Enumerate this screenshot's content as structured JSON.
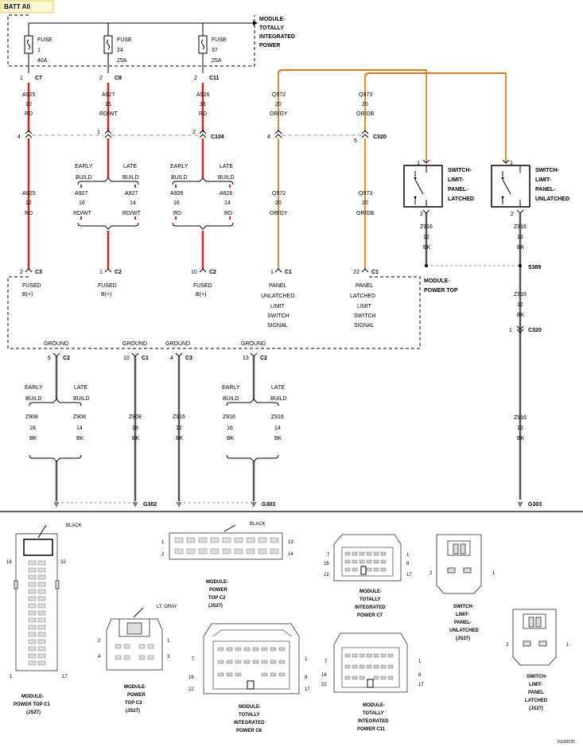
{
  "title": "BATT A0",
  "footer_code": "01182025",
  "colors": {
    "red": "#e0201a",
    "orange": "#f08a2c",
    "dark": "#5a5a5a",
    "dash": "#999999"
  },
  "module_tip_label": [
    "MODULE-",
    "TOTALLY",
    "INTEGRATED",
    "POWER"
  ],
  "module_pt_label": [
    "MODULE-",
    "POWER TOP"
  ],
  "fuses": [
    {
      "word": "FUSE",
      "num": "1",
      "amp": "40A",
      "pin": "1",
      "conn": "C7"
    },
    {
      "word": "FUSE",
      "num": "24",
      "amp": "25A",
      "pin": "2",
      "conn": "C8"
    },
    {
      "word": "FUSE",
      "num": "37",
      "amp": "25A",
      "pin": "2",
      "conn": "C11"
    }
  ],
  "wires_top": [
    {
      "id": "A925",
      "gauge": "10",
      "color": "RD"
    },
    {
      "id": "A927",
      "gauge": "16",
      "color": "RD/WT"
    },
    {
      "id": "A926",
      "gauge": "16",
      "color": "RD"
    },
    {
      "id": "Q972",
      "gauge": "20",
      "color": "OR/GY"
    },
    {
      "id": "Q973",
      "gauge": "20",
      "color": "OR/DB"
    }
  ],
  "inline": [
    {
      "pin": "4",
      "conn": ""
    },
    {
      "pin": "1",
      "conn": ""
    },
    {
      "pin": "2",
      "conn": "C104"
    },
    {
      "pin": "4",
      "conn": ""
    },
    {
      "pin": "5",
      "conn": "C320"
    }
  ],
  "build": {
    "early": [
      "EARLY",
      "BUILD"
    ],
    "late": [
      "LATE",
      "BUILD"
    ]
  },
  "wires_mid": [
    {
      "id": "A925",
      "gauge": "12",
      "color": "RD"
    },
    {
      "id": "A927",
      "gauge": "16",
      "color": "RD/WT"
    },
    {
      "id": "A927",
      "gauge": "14",
      "color": "RD/WT"
    },
    {
      "id": "A926",
      "gauge": "16",
      "color": "RD"
    },
    {
      "id": "A926",
      "gauge": "14",
      "color": "RD"
    },
    {
      "id": "Q972",
      "gauge": "20",
      "color": "OR/GY"
    },
    {
      "id": "Q973",
      "gauge": "20",
      "color": "OR/DB"
    }
  ],
  "pt_pins": [
    {
      "pin": "2",
      "conn": "C3"
    },
    {
      "pin": "1",
      "conn": "C2"
    },
    {
      "pin": "10",
      "conn": "C2"
    },
    {
      "pin": "1",
      "conn": "C1"
    },
    {
      "pin": "22",
      "conn": "C1"
    }
  ],
  "pt_labels": [
    [
      "FUSED",
      "B(+)"
    ],
    [
      "FUSED",
      "B(+)"
    ],
    [
      "FUSED",
      "B(+)"
    ],
    [
      "PANEL",
      "UNLATCHED",
      "LIMIT",
      "SWITCH",
      "SIGNAL"
    ],
    [
      "PANEL",
      "LATCHED",
      "LIMIT",
      "SWITCH",
      "SIGNAL"
    ]
  ],
  "switches": [
    {
      "name": [
        "SWITCH-",
        "LIMIT-",
        "PANEL-",
        "LATCHED"
      ],
      "pin_top": "1",
      "pin_bot": "2"
    },
    {
      "name": [
        "SWITCH-",
        "LIMIT-",
        "PANEL-",
        "UNLATCHED"
      ],
      "pin_top": "1",
      "pin_bot": "2"
    }
  ],
  "switch_wires": [
    {
      "id": "Z916",
      "gauge": "12",
      "color": "BK"
    },
    {
      "id": "Z916",
      "gauge": "12",
      "color": "BK"
    },
    {
      "id": "Z916",
      "gauge": "12",
      "color": "BK"
    },
    {
      "id": "Z916",
      "gauge": "12",
      "color": "BK"
    }
  ],
  "splice": "S389",
  "c320_pin": "1",
  "c320": "C320",
  "grounds_word": "GROUND",
  "ground_pins": [
    {
      "pin": "6",
      "conn": "C2"
    },
    {
      "pin": "10",
      "conn": "C1"
    },
    {
      "pin": "4",
      "conn": "C3"
    },
    {
      "pin": "13",
      "conn": "C2"
    }
  ],
  "ground_wires": [
    {
      "id": "Z908",
      "gauge": "16",
      "color": "BK"
    },
    {
      "id": "Z908",
      "gauge": "14",
      "color": "BK"
    },
    {
      "id": "Z908",
      "gauge": "18",
      "color": "BK"
    },
    {
      "id": "Z916",
      "gauge": "12",
      "color": "BK"
    },
    {
      "id": "Z916",
      "gauge": "16",
      "color": "BK"
    },
    {
      "id": "Z916",
      "gauge": "14",
      "color": "BK"
    }
  ],
  "ground_points": [
    "G302",
    "G303",
    "G303"
  ],
  "connectors": [
    {
      "name": [
        "MODULE-",
        "POWER TOP C1",
        "(JS27)"
      ],
      "color": "BLACK",
      "pins": [
        "16",
        "32",
        "1",
        "17"
      ]
    },
    {
      "name": [
        "MODULE-",
        "POWER",
        "TOP C2",
        "(JS27)"
      ],
      "color": "BLACK",
      "pins": [
        "1",
        "13",
        "2",
        "14"
      ]
    },
    {
      "name": [
        "MODULE-",
        "TOTALLY",
        "INTEGRATED",
        "POWER C7"
      ],
      "color": "",
      "pins": [
        "7",
        "16",
        "22",
        "1",
        "8",
        "17"
      ]
    },
    {
      "name": [
        "SWITCH-",
        "LIMIT-",
        "PANEL-",
        "UNLATCHED",
        "(JS27)"
      ],
      "color": "",
      "pins": [
        "2",
        "1"
      ]
    },
    {
      "name": [
        "MODULE-",
        "POWER",
        "TOP C3",
        "(JS27)"
      ],
      "color": "LT. GRAY",
      "pins": [
        "2",
        "4",
        "1",
        "3"
      ]
    },
    {
      "name": [
        "MODULE-",
        "TOTALLY",
        "INTEGRATED",
        "POWER C8"
      ],
      "color": "",
      "pins": [
        "7",
        "16",
        "22",
        "1",
        "8",
        "17"
      ]
    },
    {
      "name": [
        "MODULE-",
        "TOTALLY",
        "INTEGRATED",
        "POWER C11"
      ],
      "color": "",
      "pins": [
        "7",
        "16",
        "22",
        "1",
        "8",
        "17"
      ]
    },
    {
      "name": [
        "SWITCH-",
        "LIMIT-",
        "PANEL",
        "LATCHED",
        "(JS27)"
      ],
      "color": "",
      "pins": [
        "2",
        "1"
      ]
    }
  ]
}
